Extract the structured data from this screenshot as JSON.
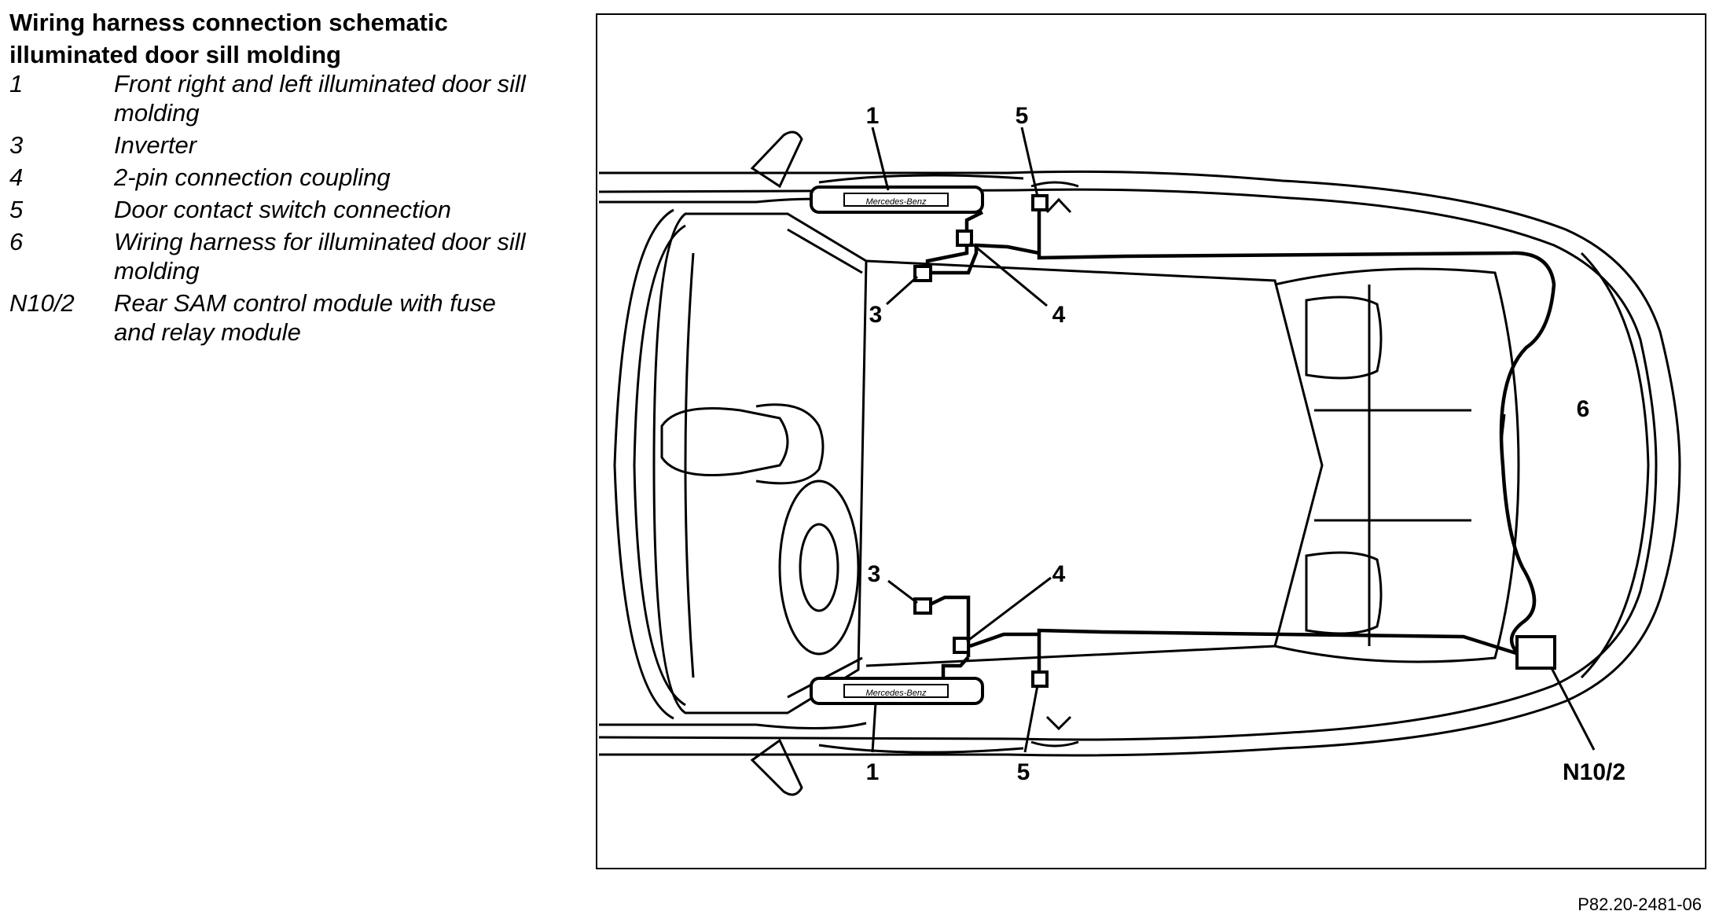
{
  "title": {
    "line1": "Wiring harness connection schematic",
    "line2": "illuminated door sill molding"
  },
  "legend": [
    {
      "key": "1",
      "text": "Front right and left illuminated door sill molding"
    },
    {
      "key": "3",
      "text": "Inverter"
    },
    {
      "key": "4",
      "text": "2-pin connection coupling"
    },
    {
      "key": "5",
      "text": "Door contact switch connection"
    },
    {
      "key": "6",
      "text": "Wiring harness for illuminated door sill molding"
    },
    {
      "key": "N10/2",
      "text": "Rear SAM control module with fuse and relay module"
    }
  ],
  "diagram": {
    "callouts": {
      "top_1": "1",
      "top_5": "5",
      "top_3": "3",
      "top_4": "4",
      "right_6": "6",
      "bottom_3": "3",
      "bottom_4": "4",
      "bottom_1": "1",
      "bottom_5": "5",
      "n10_2": "N10/2"
    },
    "sill_badge": "Mercedes-Benz"
  },
  "reference": "P82.20-2481-06"
}
